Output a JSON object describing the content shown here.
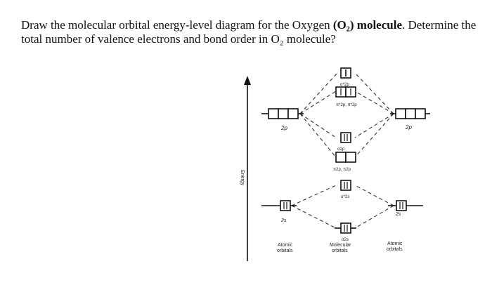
{
  "question": {
    "part1": "Draw the molecular orbital energy-level diagram for the Oxygen ",
    "molecule": "(O₂)",
    "bold_word": "molecule",
    "part2": ". Determine the total number of valence electrons and bond order in O₂ molecule?"
  },
  "diagram": {
    "y_axis_label": "Energy",
    "left_2p_label": "2p",
    "right_2p_label": "2p",
    "left_2s_label": "2s",
    "right_2s_label": "2s",
    "sigma_star_2p": "σ*2p",
    "pi_star_2p": "π*2p, π*2p",
    "sigma_2p": "σ2p",
    "pi_2p": "π2p, π2p",
    "sigma_star_2s": "σ*2s",
    "sigma_2s": "σ2s",
    "col_left": [
      "Atomic",
      "orbitals"
    ],
    "col_mid": [
      "Molecular",
      "orbitals"
    ],
    "col_right": [
      "Atomic",
      "orbitals"
    ]
  }
}
